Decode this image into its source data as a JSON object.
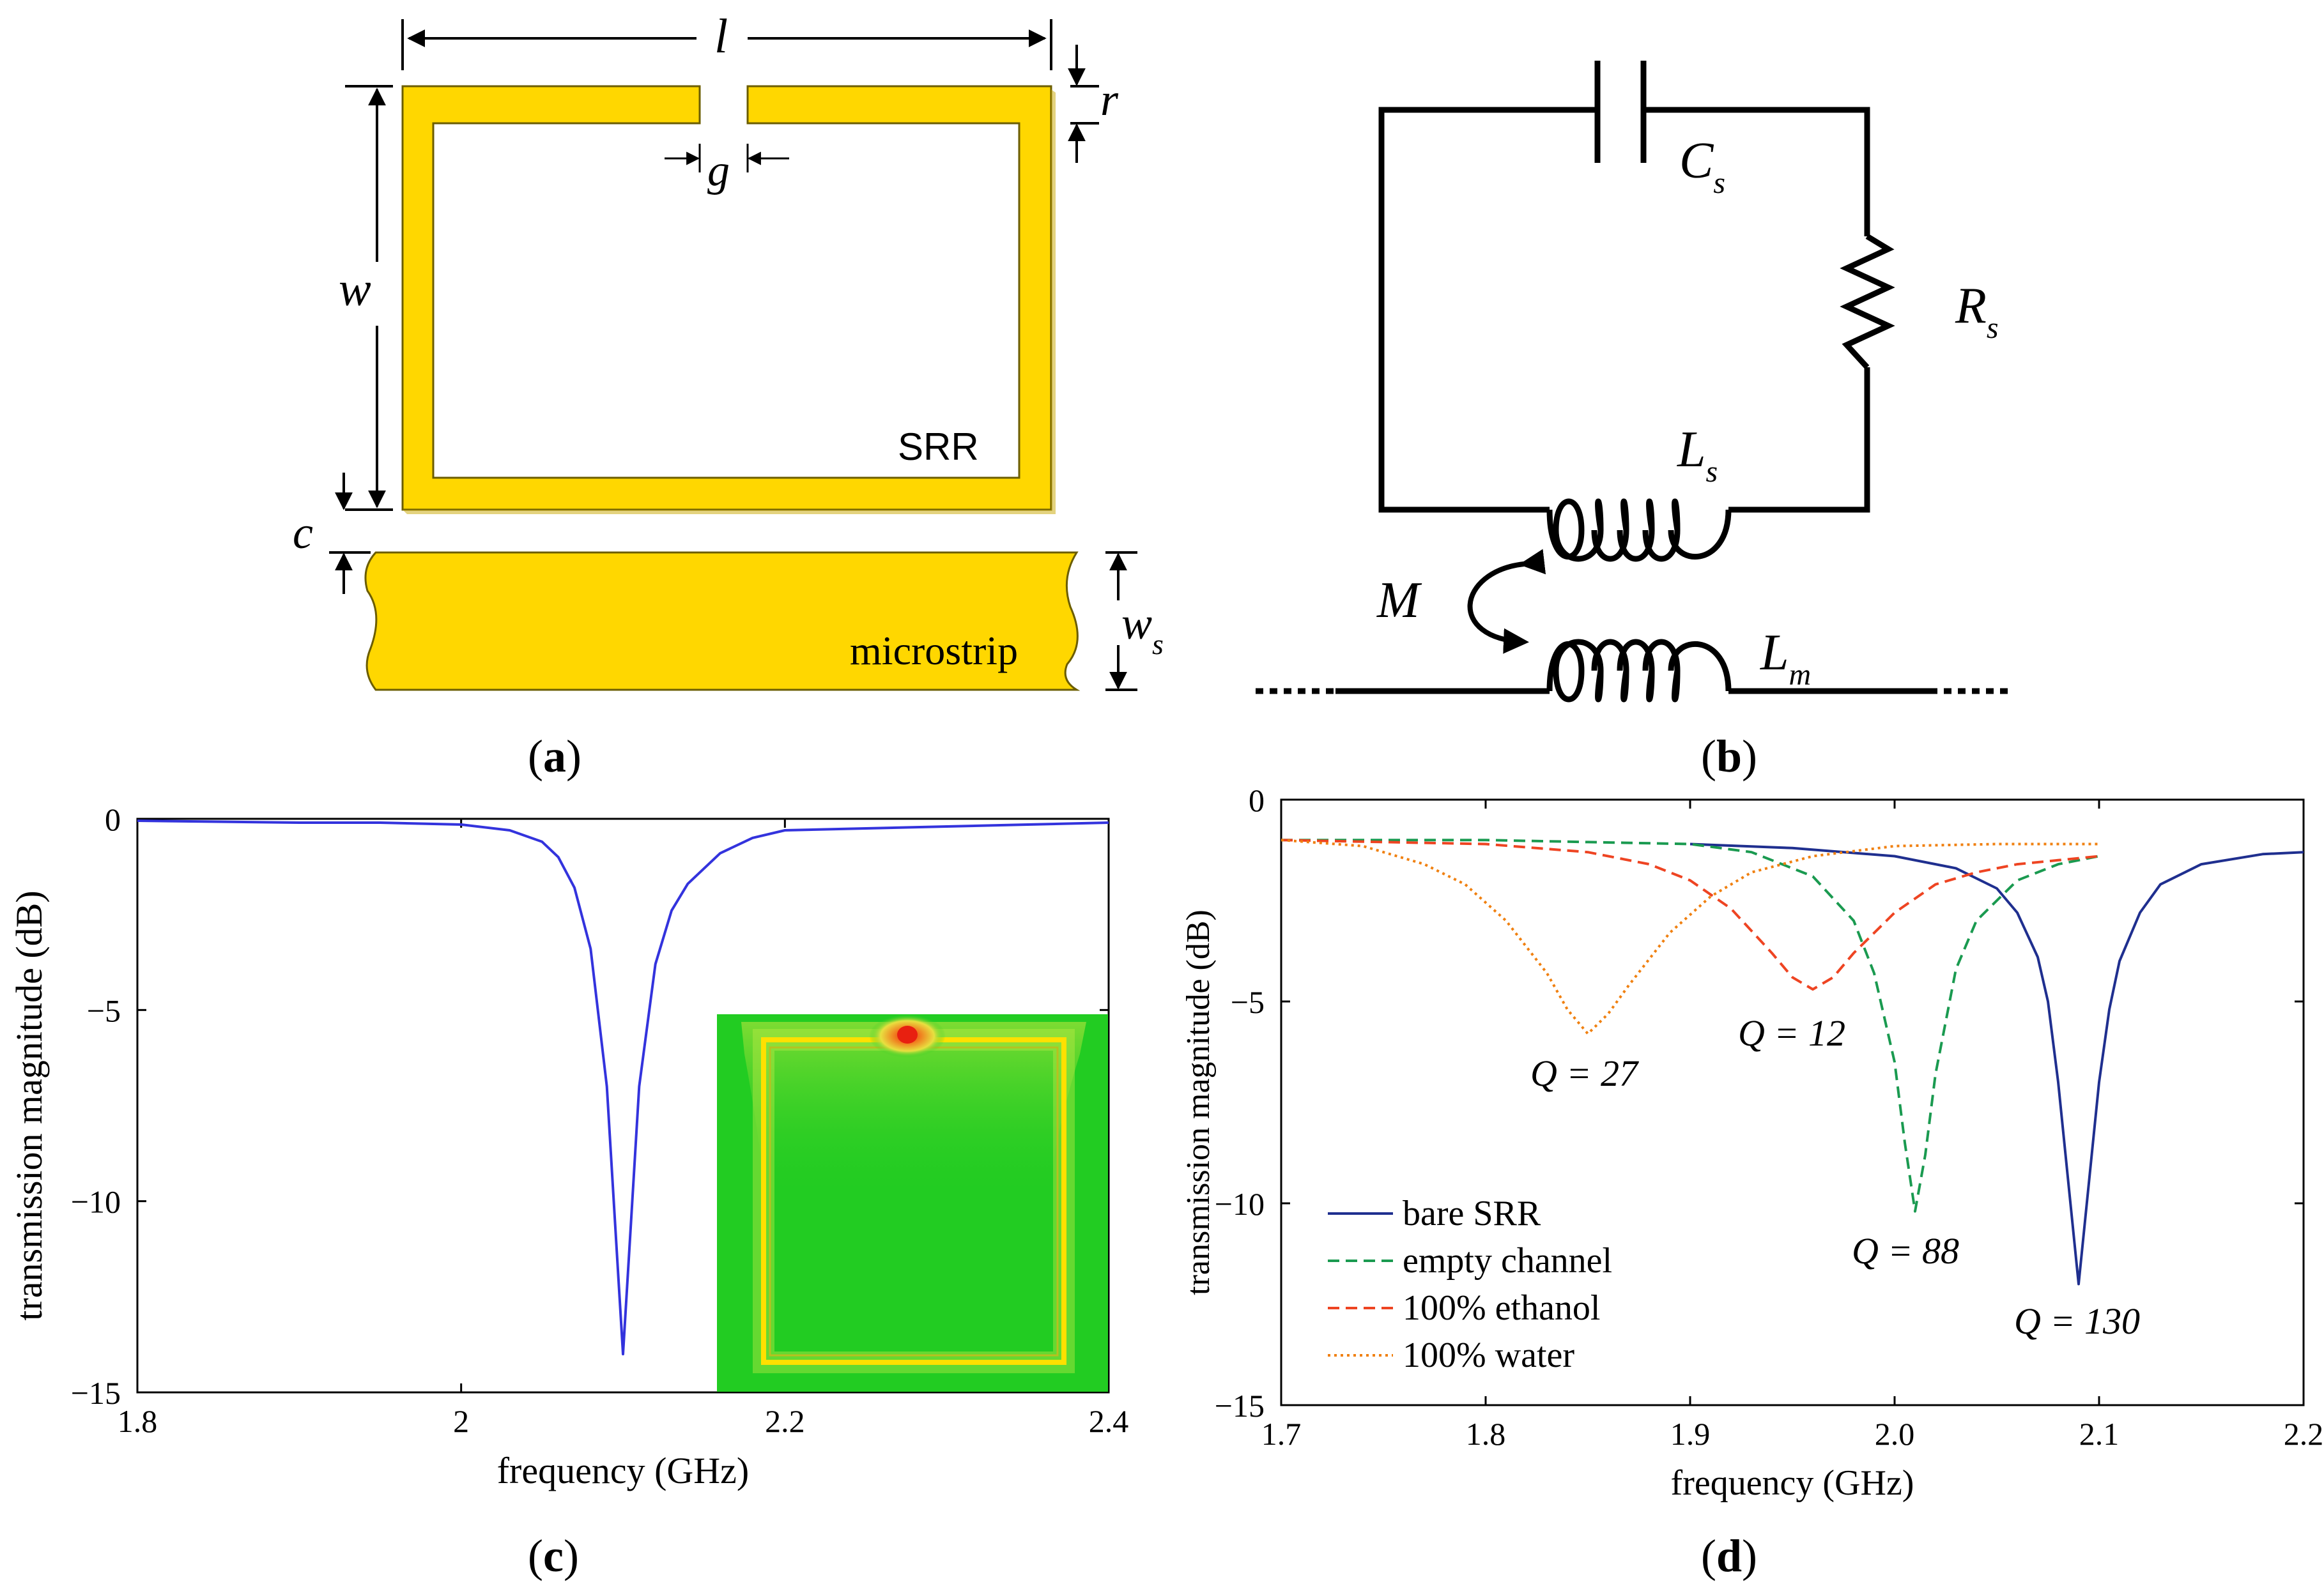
{
  "panel_a": {
    "label": "a",
    "dims": {
      "l": "l",
      "r": "r",
      "g": "g",
      "w": "w",
      "c": "c",
      "ws": "w",
      "ws_sub": "s"
    },
    "srr_label": "SRR",
    "microstrip_label": "microstrip",
    "colors": {
      "metal": "#FFD700",
      "outline": "#8a7a10"
    }
  },
  "panel_b": {
    "label": "b",
    "cs": "C",
    "cs_sub": "s",
    "rs": "R",
    "rs_sub": "s",
    "ls": "L",
    "ls_sub": "s",
    "lm": "L",
    "lm_sub": "m",
    "m": "M"
  },
  "panel_c": {
    "label": "c",
    "inset": {
      "field_color": "#22cc22",
      "ring_color": "#FFE000",
      "hotspot_color": "#e82010"
    }
  },
  "panel_d": {
    "label": "d",
    "legend": [
      "bare SRR",
      "empty channel",
      "100% ethanol",
      "100% water"
    ],
    "q_labels": [
      "Q = 27",
      "Q = 12",
      "Q = 88",
      "Q = 130"
    ]
  },
  "chart_data": [
    {
      "type": "line",
      "panel": "c",
      "xlabel": "frequency (GHz)",
      "ylabel": "transmission magnitude (dB)",
      "xlim": [
        1.8,
        2.4
      ],
      "ylim": [
        -15,
        0
      ],
      "xticks": [
        1.8,
        2,
        2.2,
        2.4
      ],
      "xtick_labels": [
        "1.8",
        "2",
        "2.2",
        "2.4"
      ],
      "yticks": [
        0,
        -5,
        -10,
        -15
      ],
      "ytick_labels": [
        "0",
        "−5",
        "−10",
        "−15"
      ],
      "series": [
        {
          "color": "#3333dd",
          "style": "solid",
          "x": [
            1.8,
            1.9,
            1.95,
            2.0,
            2.03,
            2.05,
            2.06,
            2.07,
            2.08,
            2.09,
            2.095,
            2.1,
            2.105,
            2.11,
            2.12,
            2.13,
            2.14,
            2.16,
            2.18,
            2.2,
            2.25,
            2.3,
            2.35,
            2.4
          ],
          "y": [
            -0.05,
            -0.1,
            -0.1,
            -0.15,
            -0.3,
            -0.6,
            -1.0,
            -1.8,
            -3.4,
            -7.0,
            -10.5,
            -14.0,
            -10.5,
            -7.0,
            -3.8,
            -2.4,
            -1.7,
            -0.9,
            -0.5,
            -0.3,
            -0.25,
            -0.2,
            -0.15,
            -0.1
          ]
        }
      ]
    },
    {
      "type": "line",
      "panel": "d",
      "xlabel": "frequency (GHz)",
      "ylabel": "transmission magnitude (dB)",
      "xlim": [
        1.7,
        2.2
      ],
      "ylim": [
        -15,
        0
      ],
      "xticks": [
        1.7,
        1.8,
        1.9,
        2.0,
        2.1,
        2.2
      ],
      "xtick_labels": [
        "1.7",
        "1.8",
        "1.9",
        "2.0",
        "2.1",
        "2.2"
      ],
      "yticks": [
        0,
        -5,
        -10,
        -15
      ],
      "ytick_labels": [
        "0",
        "−5",
        "−10",
        "−15"
      ],
      "series": [
        {
          "name": "bare SRR",
          "color": "#1f2f8f",
          "style": "solid",
          "x": [
            1.9,
            1.95,
            2.0,
            2.03,
            2.05,
            2.06,
            2.07,
            2.075,
            2.08,
            2.085,
            2.09,
            2.095,
            2.1,
            2.105,
            2.11,
            2.12,
            2.13,
            2.15,
            2.18,
            2.2
          ],
          "y": [
            -1.1,
            -1.2,
            -1.4,
            -1.7,
            -2.2,
            -2.8,
            -3.9,
            -5.0,
            -7.0,
            -9.5,
            -12.0,
            -9.5,
            -7.0,
            -5.2,
            -4.0,
            -2.8,
            -2.1,
            -1.6,
            -1.35,
            -1.3
          ]
        },
        {
          "name": "empty channel",
          "color": "#1a9a50",
          "style": "dashed",
          "x": [
            1.7,
            1.8,
            1.85,
            1.9,
            1.93,
            1.96,
            1.98,
            1.99,
            2.0,
            2.005,
            2.01,
            2.015,
            2.02,
            2.03,
            2.04,
            2.06,
            2.08,
            2.1
          ],
          "y": [
            -1.0,
            -1.0,
            -1.05,
            -1.1,
            -1.3,
            -1.9,
            -3.0,
            -4.3,
            -6.5,
            -8.5,
            -10.2,
            -8.8,
            -6.8,
            -4.2,
            -3.0,
            -2.0,
            -1.6,
            -1.4
          ]
        },
        {
          "name": "100% ethanol",
          "color": "#ee4422",
          "style": "dashed",
          "x": [
            1.7,
            1.75,
            1.8,
            1.85,
            1.88,
            1.9,
            1.92,
            1.94,
            1.95,
            1.96,
            1.97,
            1.98,
            2.0,
            2.02,
            2.04,
            2.06,
            2.08,
            2.1
          ],
          "y": [
            -1.0,
            -1.05,
            -1.1,
            -1.3,
            -1.6,
            -2.0,
            -2.7,
            -3.8,
            -4.4,
            -4.7,
            -4.4,
            -3.8,
            -2.8,
            -2.1,
            -1.8,
            -1.6,
            -1.5,
            -1.4
          ]
        },
        {
          "name": "100% water",
          "color": "#f08010",
          "style": "dotted",
          "x": [
            1.7,
            1.74,
            1.77,
            1.79,
            1.81,
            1.83,
            1.84,
            1.85,
            1.86,
            1.87,
            1.89,
            1.91,
            1.93,
            1.96,
            2.0,
            2.05,
            2.1
          ],
          "y": [
            -1.0,
            -1.15,
            -1.6,
            -2.1,
            -3.0,
            -4.3,
            -5.2,
            -5.8,
            -5.3,
            -4.6,
            -3.3,
            -2.4,
            -1.8,
            -1.4,
            -1.15,
            -1.1,
            -1.1
          ]
        }
      ]
    }
  ]
}
